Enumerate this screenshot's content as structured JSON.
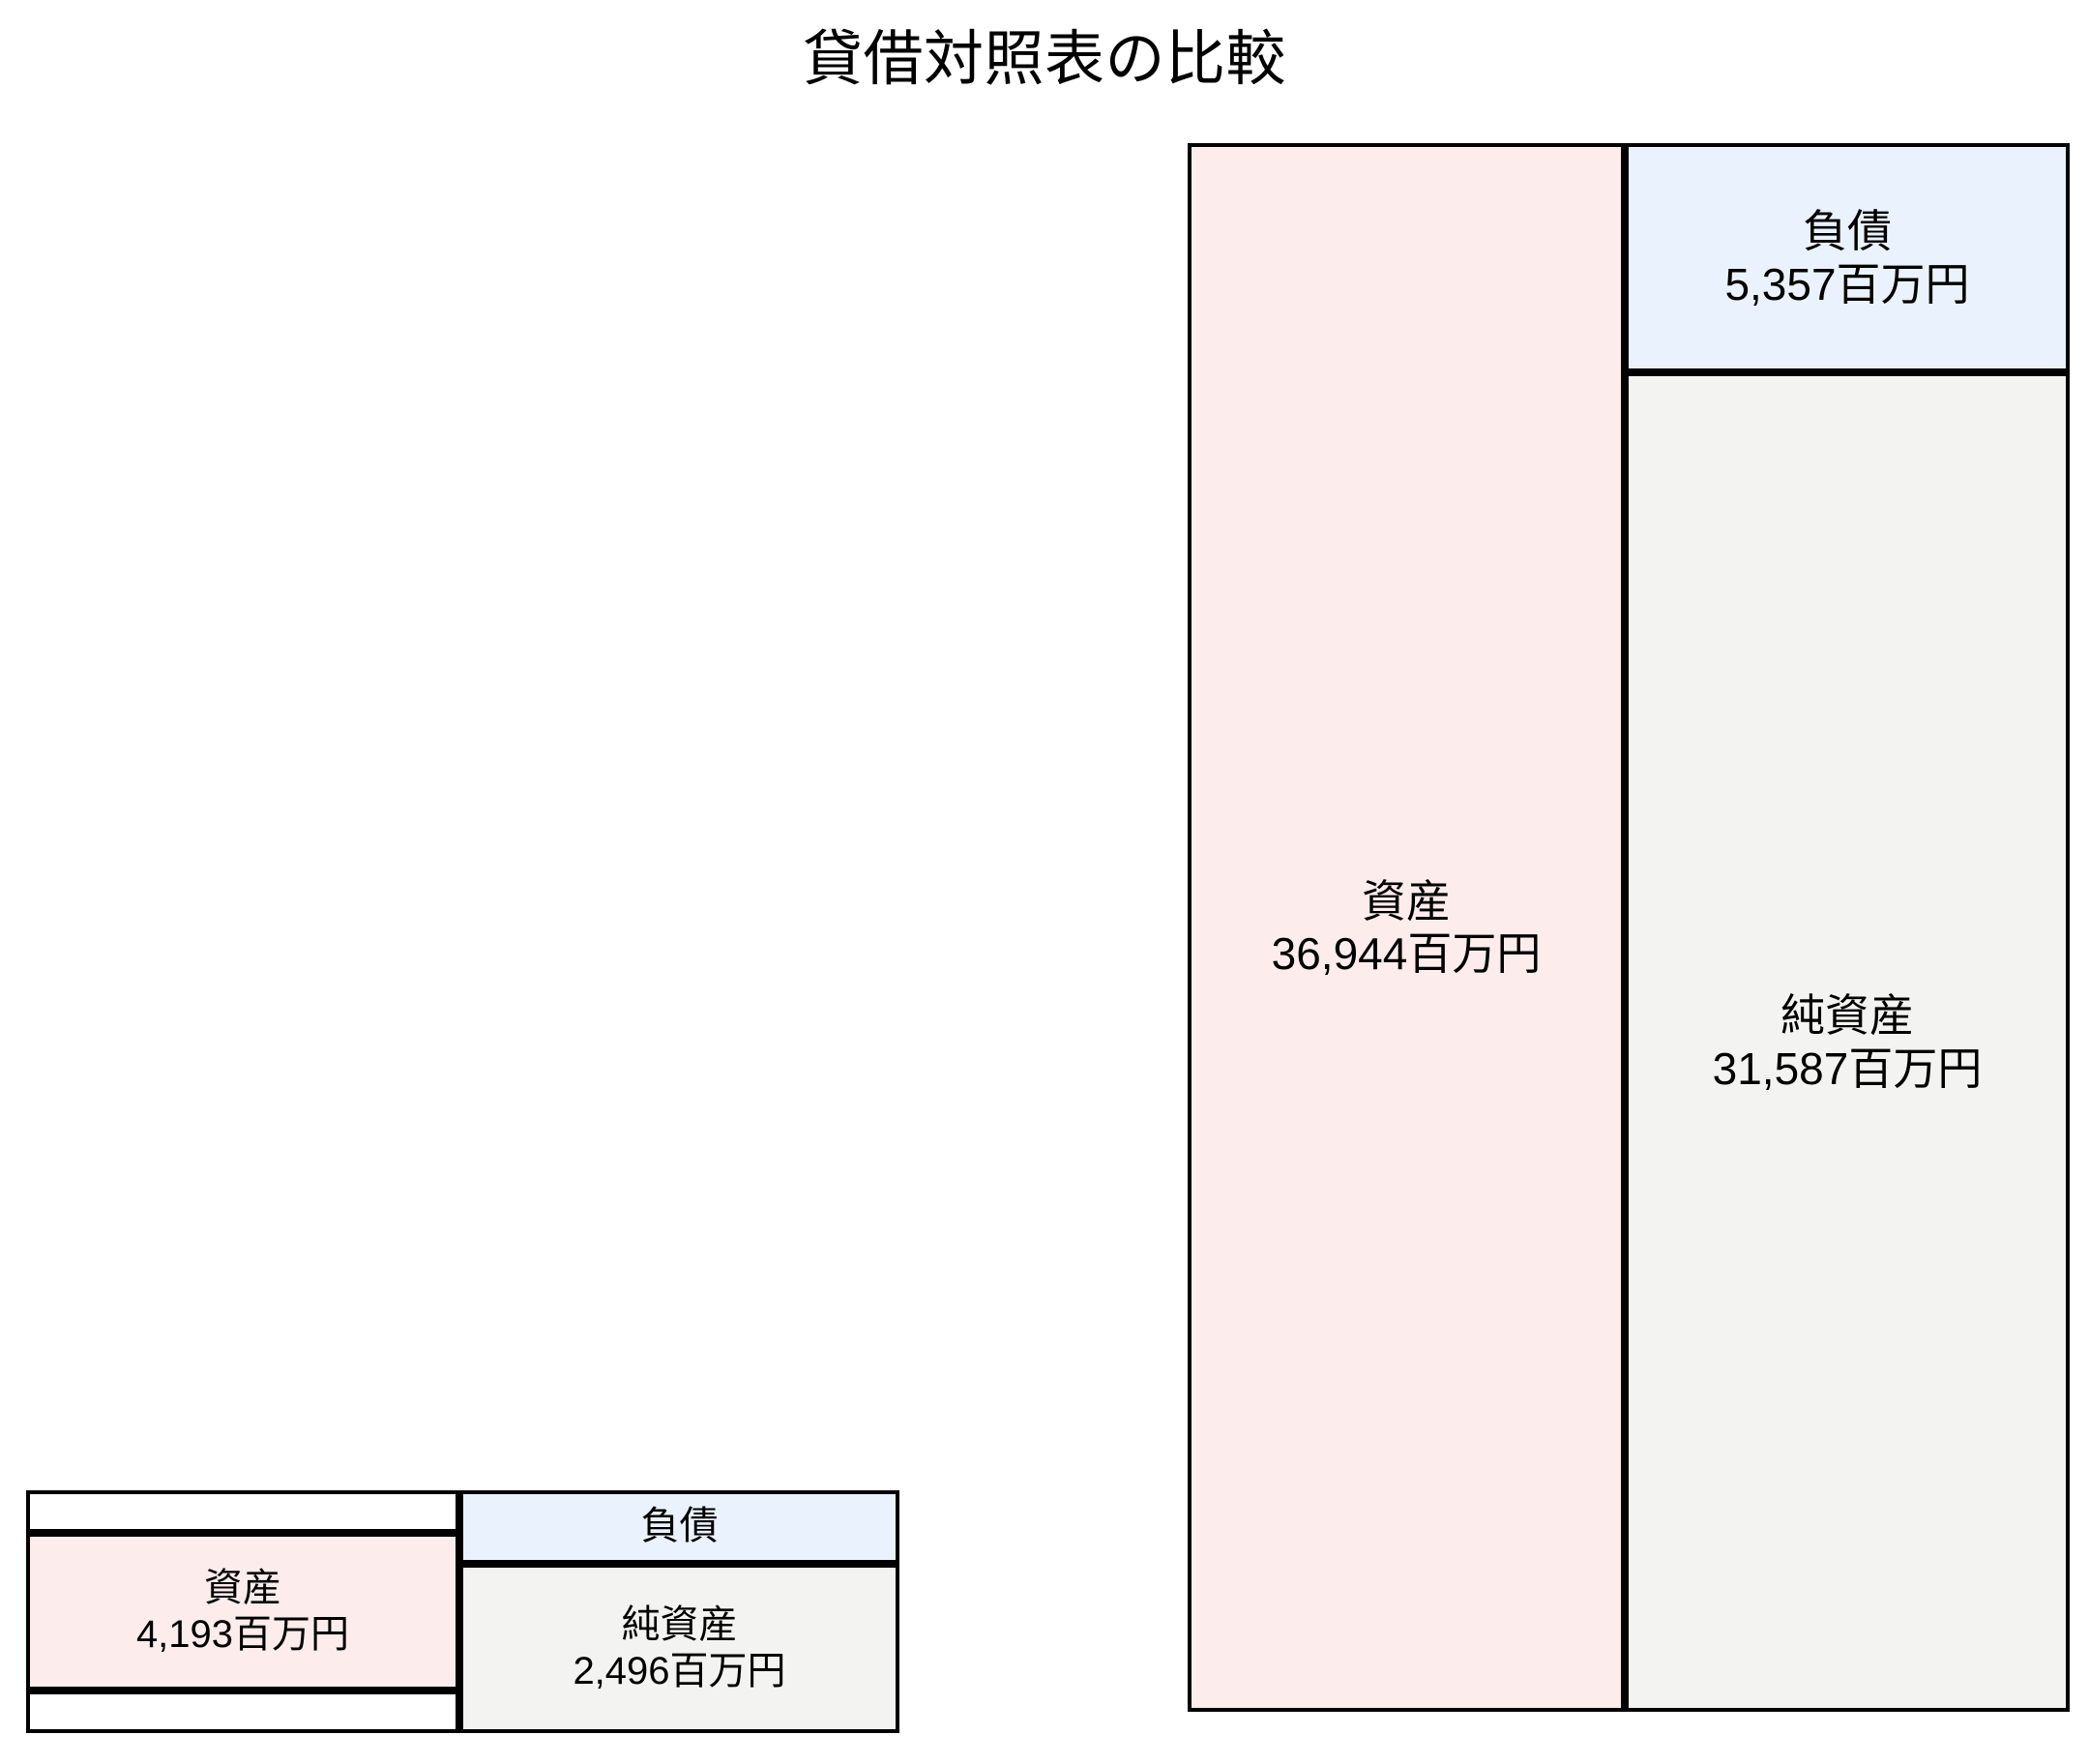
{
  "chart": {
    "title": "貸借対照表の比較",
    "unit_suffix": "百万円"
  },
  "colors": {
    "asset": "#fcecec",
    "liability": "#eaf3fd",
    "equity": "#f3f3f2",
    "border": "#000000",
    "background": "#ffffff",
    "text": "#000000"
  },
  "small": {
    "asset": {
      "label": "資産",
      "value": "4,193百万円"
    },
    "liability": {
      "label": "負債",
      "value": ""
    },
    "equity": {
      "label": "純資産",
      "value": "2,496百万円"
    }
  },
  "large": {
    "asset": {
      "label": "資産",
      "value": "36,944百万円"
    },
    "liability": {
      "label": "負債",
      "value": "5,357百万円"
    },
    "equity": {
      "label": "純資産",
      "value": "31,587百万円"
    }
  },
  "chart_data": {
    "type": "bar",
    "title": "貸借対照表の比較",
    "subtitle": "",
    "xlabel": "",
    "ylabel": "",
    "unit": "百万円",
    "orientation": "stacked-balance-sheet",
    "grid": false,
    "legend_position": "none",
    "note": "Two balance-sheet block diagrams drawn to a common scale. Left block of each panel = assets; right block = liabilities stacked above net assets.",
    "panels": [
      {
        "name": "small",
        "position": "bottom-left",
        "assets": {
          "label": "資産",
          "value": 4193,
          "value_text": "4,193百万円"
        },
        "liabilities": {
          "label": "負債",
          "value": 1697,
          "value_text": ""
        },
        "net_assets": {
          "label": "純資産",
          "value": 2496,
          "value_text": "2,496百万円"
        }
      },
      {
        "name": "large",
        "position": "right",
        "assets": {
          "label": "資産",
          "value": 36944,
          "value_text": "36,944百万円"
        },
        "liabilities": {
          "label": "負債",
          "value": 5357,
          "value_text": "5,357百万円"
        },
        "net_assets": {
          "label": "純資産",
          "value": 31587,
          "value_text": "31,587百万円"
        }
      }
    ],
    "categories": [
      "資産",
      "負債",
      "純資産"
    ],
    "series": [
      {
        "name": "small",
        "values": [
          4193,
          1697,
          2496
        ]
      },
      {
        "name": "large",
        "values": [
          36944,
          5357,
          31587
        ]
      }
    ],
    "ylim": [
      0,
      36944
    ]
  }
}
